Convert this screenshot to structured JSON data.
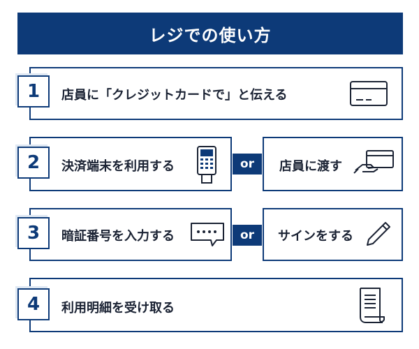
{
  "title": "レジでの使い方",
  "steps": [
    {
      "number": "1",
      "label": "店員に「クレジットカードで」と伝える",
      "icon": "credit-card-icon"
    },
    {
      "number": "2",
      "label": "決済端末を利用する",
      "icon": "payment-terminal-icon",
      "alt_label": "店員に渡す",
      "alt_icon": "hand-card-icon"
    },
    {
      "number": "3",
      "label": "暗証番号を入力する",
      "icon": "pin-dots-icon",
      "alt_label": "サインをする",
      "alt_icon": "pen-icon"
    },
    {
      "number": "4",
      "label": "利用明細を受け取る",
      "icon": "receipt-icon"
    }
  ],
  "or_label": "or",
  "colors": {
    "navy": "#0d3a78",
    "light_blue": "#dfe8f3",
    "text": "#1a2233"
  }
}
